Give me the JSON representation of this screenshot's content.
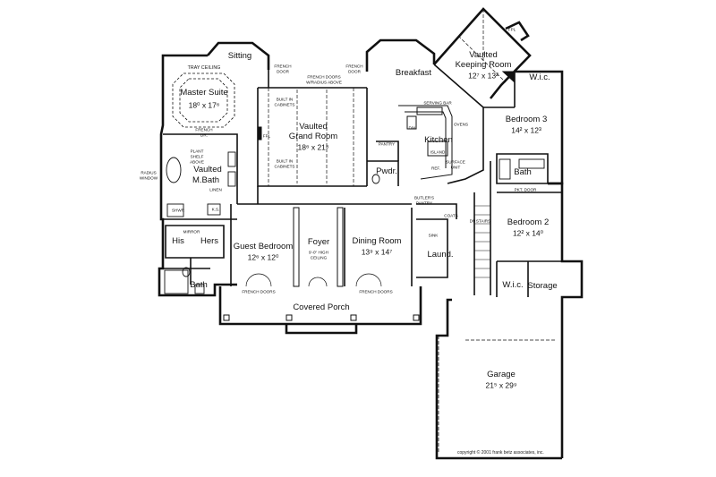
{
  "rooms": {
    "sitting": "Sitting",
    "master_suite": "Master Suite",
    "master_suite_dim": "18⁰ x 17⁶",
    "tray_ceiling": "TRAY CEILING",
    "breakfast": "Breakfast",
    "vaulted_keeping": "Vaulted",
    "keeping_room": "Keeping Room",
    "keeping_dim": "12⁷ x 13²",
    "vaulted_grand": "Vaulted",
    "grand_room": "Grand Room",
    "grand_dim": "18⁶ x 21⁸",
    "kitchen": "Kitchen",
    "bedroom3": "Bedroom 3",
    "bedroom3_dim": "14² x 12³",
    "wic_top": "W.i.c.",
    "bath_right": "Bath",
    "vaulted_mbath": "Vaulted",
    "mbath": "M.Bath",
    "his": "His",
    "hers": "Hers",
    "bath_left": "Bath",
    "guest_bedroom": "Guest Bedroom",
    "guest_dim": "12⁶ x 12⁰",
    "foyer": "Foyer",
    "dining_room": "Dining Room",
    "dining_dim": "13⁹ x 14⁷",
    "laund": "Laund.",
    "bedroom2": "Bedroom 2",
    "bedroom2_dim": "12² x 14⁰",
    "wic_bottom": "W.i.c.",
    "storage": "Storage",
    "covered_porch": "Covered Porch",
    "garage": "Garage",
    "garage_dim": "21⁵ x 29⁹",
    "pwdr": "Pwdr."
  },
  "notes": {
    "fpl_top": "FPL",
    "fpl_grand": "FPL",
    "french_door_1": "FRENCH",
    "french_door_1b": "DOOR",
    "french_doors_radius": "FRENCH DOORS",
    "french_doors_radius_b": "W/RADIUS ABOVE",
    "french_door_2": "FRENCH",
    "french_door_2b": "DOOR",
    "built_in_cab_1": "BUILT IN",
    "built_in_cab_1b": "CABINETS",
    "built_in_cab_2": "BUILT IN",
    "built_in_cab_2b": "CABINETS",
    "serving_bar": "SERVING BAR",
    "dw": "D/W",
    "ovens": "OVENS",
    "island": "ISLAND",
    "pantry": "PANTRY",
    "ref": "REF.",
    "surface_unit": "SURFACE",
    "surface_unit_b": "UNIT",
    "french_dr": "FRENCH",
    "french_dr_b": "DR.",
    "plant_shelf": "PLANT",
    "plant_shelf_b": "SHELF",
    "plant_shelf_c": "ABOVE",
    "radius_window": "RADIUS",
    "radius_window_b": "WINDOW",
    "linen": "LINEN",
    "shwr": "SHWR",
    "ks": "K.S.",
    "mirror": "MIRROR",
    "foyer_ceiling": "9'-0\" HIGH",
    "foyer_ceiling_b": "CEILING",
    "butlers_pantry": "BUTLER'S",
    "butlers_pantry_b": "PANTRY",
    "coats": "COATS",
    "sink": "SINK",
    "dn": "DN",
    "stairs": "STAIRS",
    "pkt_door": "PKT. DOOR",
    "french_doors_guest": "FRENCH DOORS",
    "french_doors_dining": "FRENCH DOORS"
  },
  "copyright": "copyright © 2001 frank betz associates, inc."
}
